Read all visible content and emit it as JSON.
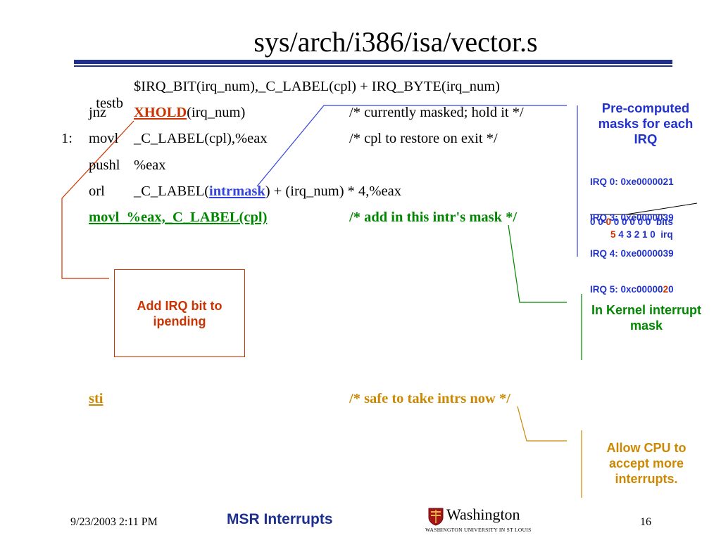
{
  "slide": {
    "title": "sys/arch/i386/isa/vector.s"
  },
  "code": {
    "line1": {
      "op": "testb",
      "args": "$IRQ_BIT(irq_num),_C_LABEL(cpl) + IRQ_BYTE(irq_num)"
    },
    "line2": {
      "op": "jnz",
      "link": "XHOLD",
      "args": "(irq_num)",
      "comment": "/* currently masked; hold it */"
    },
    "line3": {
      "label": "1:",
      "op": "movl",
      "args": "_C_LABEL(cpl),%eax",
      "comment": "/* cpl to restore on exit */"
    },
    "line4": {
      "op": "pushl",
      "args": "%eax"
    },
    "line5": {
      "op": "orl",
      "args_pre": "_C_LABEL(",
      "link": "intrmask",
      "args_post": ") + (irq_num) * 4,%eax"
    },
    "line6": {
      "text": "movl  %eax,_C_LABEL(cpl)",
      "comment": "/* add in this intr's mask */"
    },
    "line7": {
      "op": "sti",
      "comment": "/* safe to take intrs now */"
    }
  },
  "callouts": {
    "ipending": "Add IRQ bit to ipending",
    "precomputed": "Pre-computed masks for each IRQ",
    "kernel_mask": "In Kernel interrupt mask",
    "allow_cpu": "Allow CPU to accept more interrupts."
  },
  "irq_masks": {
    "irq0": "IRQ 0: 0xe0000021",
    "irq3": "IRQ 3: 0xe0000039",
    "irq4": "IRQ 4: 0xe0000039",
    "irq5_pre": "IRQ 5: 0xc00000",
    "irq5_hl": "2",
    "irq5_post": "0",
    "bits_pre": "0 0 ",
    "bits_hl": "0",
    "bits_post": " 0 0 0 0 0  bits",
    "irq_hl": "5",
    "irq_post": " 4 3 2 1 0  irq"
  },
  "footer": {
    "date": "9/23/2003 2:11 PM",
    "course": "MSR Interrupts",
    "university": "Washington",
    "university_sub": "WASHINGTON UNIVERSITY IN ST LOUIS",
    "page": "16"
  },
  "colors": {
    "rule": "#1d2f8f",
    "red": "#cc3300",
    "blue": "#3344dd",
    "green": "#008800",
    "orange": "#cc8800"
  }
}
